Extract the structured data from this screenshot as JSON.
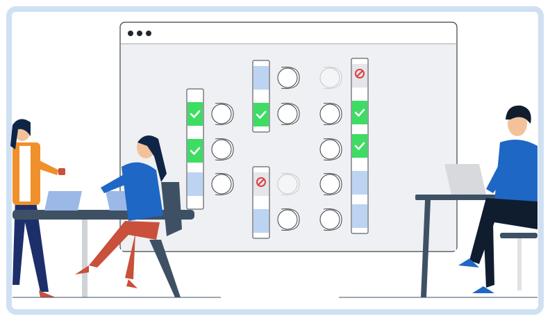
{
  "colors": {
    "frame": "#cfe0f2",
    "window_bg": "#eef0f3",
    "window_border": "#3a3f44",
    "available": "#bcd4f2",
    "booked": "#3ddc63",
    "blocked": "#e4e6e9",
    "empty": "#ffffff",
    "blocked_icon": "#e23b3b",
    "table": "#3e5164",
    "sweater_blue": "#1f67c4",
    "pants_red": "#c9503a",
    "cardigan": "#f0902a",
    "navy": "#1d2f6b"
  },
  "icons": {
    "booked": "checkmark-icon",
    "blocked": "no-entry-icon",
    "window_controls": "three-dots-icon"
  },
  "desks": [
    {
      "id": "desk-left",
      "segments": [
        "empty",
        "booked",
        "empty",
        "booked",
        "empty",
        "available",
        "empty"
      ]
    },
    {
      "id": "desk-middle-top",
      "segments": [
        "empty",
        "available",
        "empty",
        "booked",
        "empty"
      ]
    },
    {
      "id": "desk-middle-bottom",
      "segments": [
        "empty",
        "blocked",
        "empty",
        "available",
        "empty"
      ]
    },
    {
      "id": "desk-right",
      "segments": [
        "empty",
        "blocked",
        "empty",
        "booked",
        "empty",
        "booked",
        "empty",
        "available",
        "empty",
        "available",
        "empty"
      ]
    }
  ],
  "chairs": [
    {
      "column": "A",
      "states": [
        "normal",
        "normal",
        "normal"
      ]
    },
    {
      "column": "B",
      "states": [
        "normal",
        "normal",
        "faded",
        "normal"
      ]
    },
    {
      "column": "C",
      "states": [
        "faded",
        "normal",
        "normal",
        "normal",
        "normal"
      ]
    }
  ]
}
